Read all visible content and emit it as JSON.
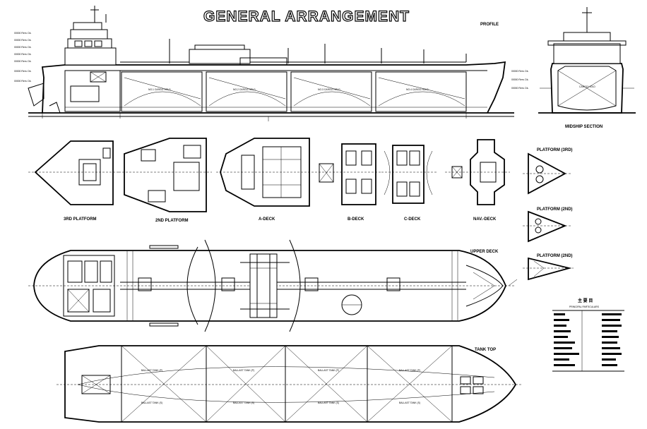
{
  "title": "GENERAL ARRANGEMENT",
  "views": {
    "profile": "PROFILE",
    "midship": "MIDSHIP SECTION",
    "upper_deck": "UPPER DECK",
    "tank_top": "TANK TOP",
    "flat_3rd": "3RD PLATFORM",
    "flat_2nd": "2ND PLATFORM",
    "a_deck": "A-DECK",
    "b_deck": "B-DECK",
    "c_deck": "C-DECK",
    "nav_deck": "NAV.-DECK",
    "fp_1": "PLATFORM (3RD)",
    "fp_2": "PLATFORM (2ND)",
    "fp_3": "PLATFORM (2ND)"
  },
  "particulars": {
    "heading": "主 要 目",
    "subheading": "PRINCIPAL PARTICULARS"
  }
}
